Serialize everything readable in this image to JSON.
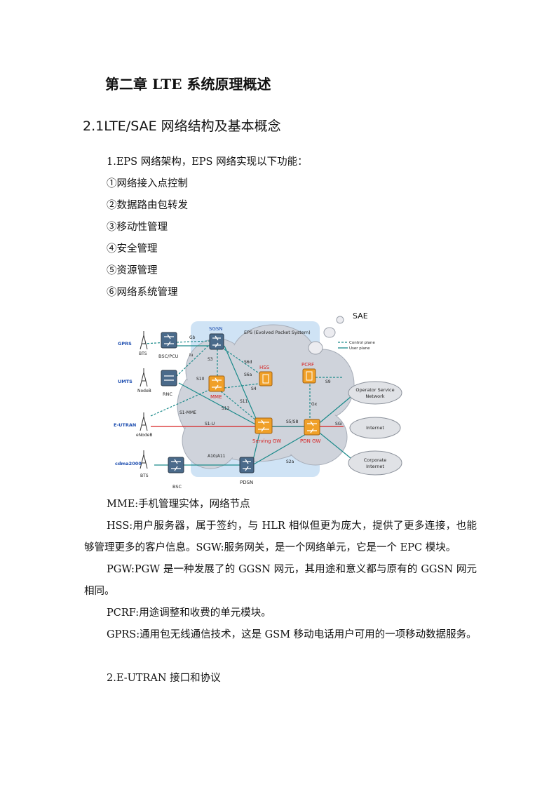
{
  "chapter_title": "第二章 LTE 系统原理概述",
  "section_title": "2.1LTE/SAE 网络结构及基本概念",
  "intro": "1.EPS 网络架构，EPS 网络实现以下功能：",
  "functions": [
    "①网络接入点控制",
    "②数据路由包转发",
    "③移动性管理",
    "④安全管理",
    "⑤资源管理",
    "⑥网络系统管理"
  ],
  "diagram": {
    "sae": "SAE",
    "eps_title": "EPS (Evolved Packet System)",
    "legend_control": "Control plane",
    "legend_user": "User plane",
    "nodes": {
      "sgsn": "SGSN",
      "hss": "HSS",
      "pcrf": "PCRF",
      "mme": "MME",
      "serving_gw": "Serving GW",
      "pdn_gw": "PDN GW",
      "pdsn": "PDSN",
      "bsc_pcu": "BSC/PCU",
      "rnc": "RNC",
      "bsc": "BSC",
      "bts1": "BTS",
      "nodeb": "NodeB",
      "enodeb": "eNodeB",
      "bts2": "BTS"
    },
    "access": {
      "gprs": "GPRS",
      "umts": "UMTS",
      "eutran": "E-UTRAN",
      "cdma": "cdma2000"
    },
    "clouds": {
      "operator": [
        "Operator Service",
        "Network"
      ],
      "internet": "Internet",
      "corporate": [
        "Corporate",
        "Internet"
      ]
    },
    "interfaces": {
      "gb": "Gb",
      "iu": "Iu",
      "s3": "S3",
      "s4": "S4",
      "s6a": "S6a",
      "s6d": "S6d",
      "s10": "S10",
      "s11": "S11",
      "s12": "S12",
      "s1mme": "S1-MME",
      "s1u": "S1-U",
      "s5s8": "S5/S8",
      "s9": "S9",
      "gx": "Gx",
      "sgi": "SGi",
      "a10a11": "A10/A11",
      "s2a": "S2a"
    }
  },
  "definitions": {
    "mme": "MME:手机管理实体，网络节点",
    "hss_sgw": "HSS:用户服务器，属于签约，与 HLR 相似但更为庞大，提供了更多连接，也能够管理更多的客户信息。SGW:服务网关，是一个网络单元，它是一个 EPC 模块。",
    "pgw": "PGW:PGW 是一种发展了的 GGSN 网元，其用途和意义都与原有的 GGSN 网元相同。",
    "pcrf": "PCRF:用途调整和收费的单元模块。",
    "gprs": "GPRS:通用包无线通信技术，这是 GSM 移动电话用户可用的一项移动数据服务。"
  },
  "next_item": "2.E-UTRAN 接口和协议",
  "colors": {
    "cloud_fill": "#cfd3db",
    "eps_box": "#cfe3f5",
    "orange": "#f0a028",
    "teal": "#1a8a8a",
    "red_line": "#d62020",
    "label_blue": "#1f4fb0"
  }
}
